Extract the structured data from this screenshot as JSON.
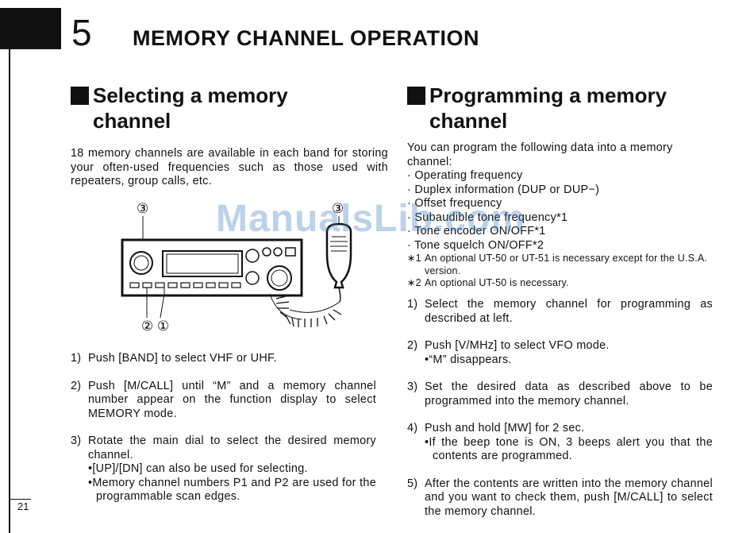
{
  "header": {
    "chapter_number": "5",
    "chapter_title": "MEMORY CHANNEL OPERATION"
  },
  "left": {
    "title_line1": "Selecting a memory",
    "title_line2": "channel",
    "intro": "18 memory channels are available in each band for storing your often-used frequencies such as those used with repeaters, group calls, etc.",
    "diagram": {
      "callout_3a": "③",
      "callout_3b": "③",
      "callout_2": "②",
      "callout_1": "①"
    },
    "steps": [
      {
        "num": "1)",
        "text": "Push [BAND] to select VHF or UHF."
      },
      {
        "num": "2)",
        "text": "Push [M/CALL] until “M” and a memory channel number appear on the function display to select MEMORY mode."
      },
      {
        "num": "3)",
        "text": "Rotate the main dial to select the desired memory channel.",
        "bullets": [
          "•[UP]/[DN] can also be used for selecting.",
          "•Memory channel numbers P1 and P2 are used for the programmable scan edges."
        ]
      }
    ]
  },
  "right": {
    "title_line1": "Programming a memory",
    "title_line2": "channel",
    "intro": "You can program the following data into a memory channel:",
    "items": [
      "· Operating frequency",
      "· Duplex information (DUP or DUP−)",
      "· Offset frequency",
      "· Subaudible tone frequency*1",
      "· Tone encoder ON/OFF*1",
      "· Tone squelch ON/OFF*2"
    ],
    "footnotes": [
      {
        "mark": "∗1",
        "text": "An optional UT-50 or UT-51 is necessary except for the U.S.A. version."
      },
      {
        "mark": "∗2",
        "text": "An optional UT-50 is necessary."
      }
    ],
    "steps": [
      {
        "num": "1)",
        "text": "Select the memory channel for programming as described at left."
      },
      {
        "num": "2)",
        "text": "Push [V/MHz] to select VFO mode.",
        "bullets": [
          "•“M” disappears."
        ]
      },
      {
        "num": "3)",
        "text": "Set the desired data as described above to be programmed into the memory channel."
      },
      {
        "num": "4)",
        "text": "Push and hold [MW] for 2 sec.",
        "bullets": [
          "•If the beep tone is ON, 3 beeps alert you that the contents are programmed."
        ]
      },
      {
        "num": "5)",
        "text": "After the contents are written into the memory channel and you want to check them, push [M/CALL] to select the memory channel."
      }
    ]
  },
  "footer": {
    "page_number": "21"
  },
  "watermark": "ManualsLib.com",
  "colors": {
    "ink": "#111111",
    "watermark": "#3f7fc4"
  }
}
